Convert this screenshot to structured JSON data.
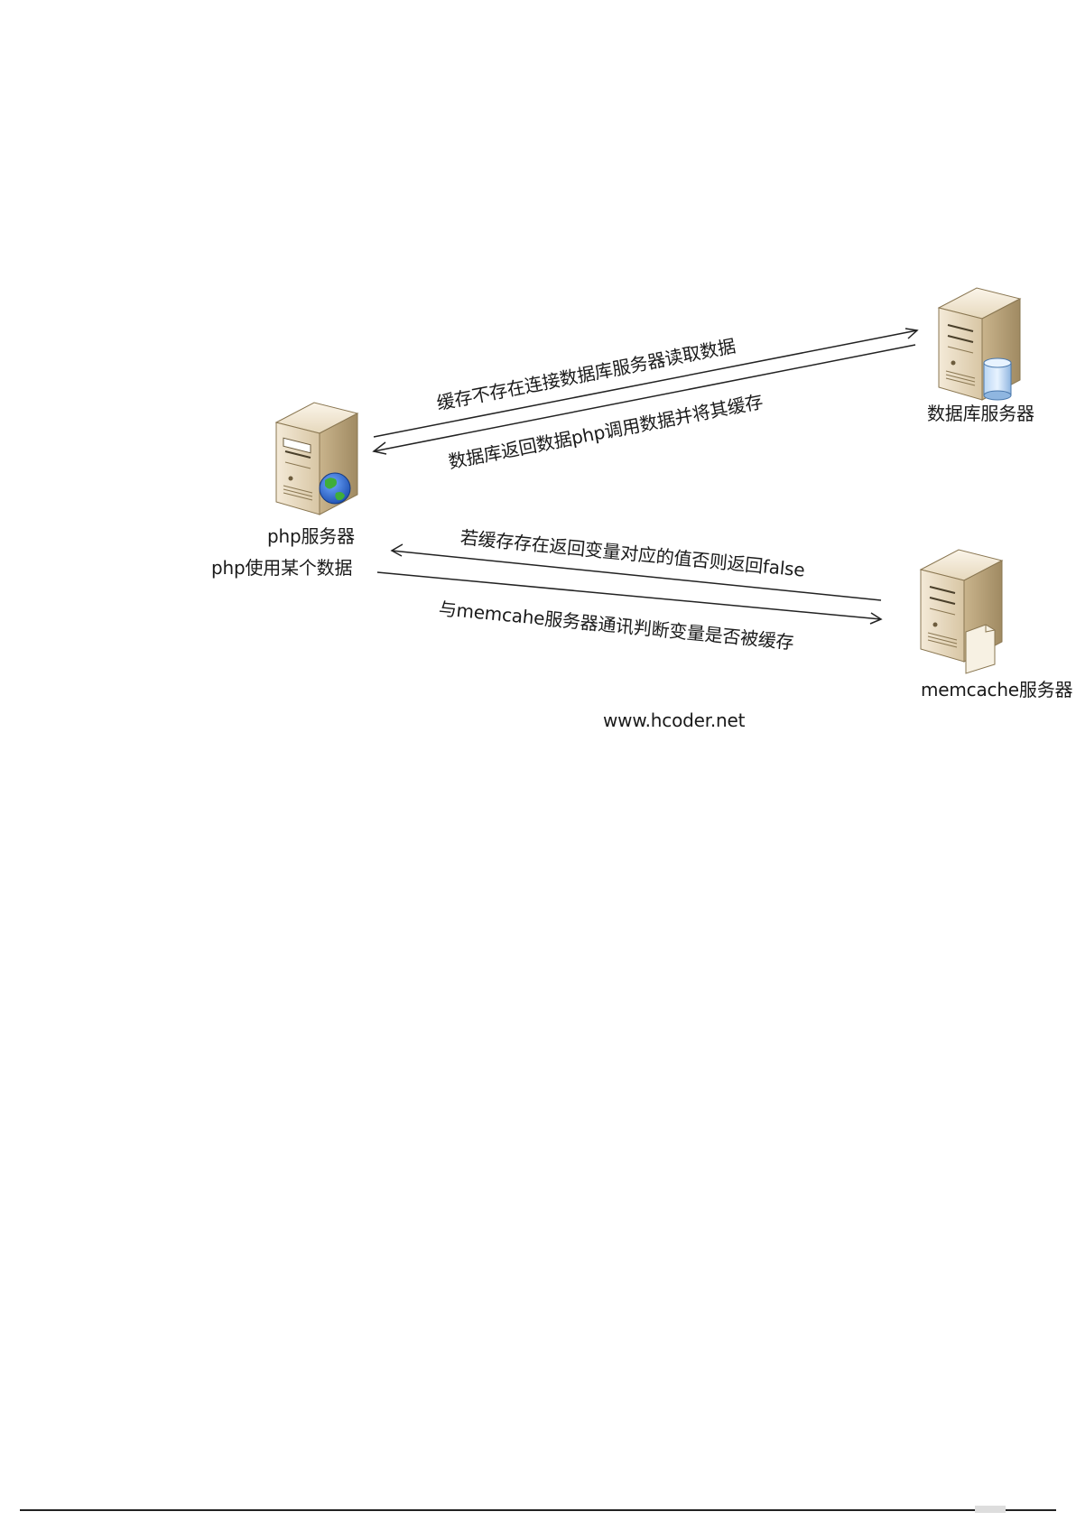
{
  "nodes": {
    "php_server": {
      "label": "php服务器",
      "sublabel": "php使用某个数据"
    },
    "db_server": {
      "label": "数据库服务器"
    },
    "memcache_server": {
      "label": "memcache服务器"
    }
  },
  "edges": {
    "db_request": "缓存不存在连接数据库服务器读取数据",
    "db_response": "数据库返回数据php调用数据并将其缓存",
    "cache_response": "若缓存存在返回变量对应的值否则返回false",
    "cache_request": "与memcahe服务器通讯判断变量是否被缓存"
  },
  "watermark": "www.hcoder.net",
  "icons": {
    "php_server": "server-globe-icon",
    "db_server": "server-database-icon",
    "memcache_server": "server-document-icon"
  }
}
